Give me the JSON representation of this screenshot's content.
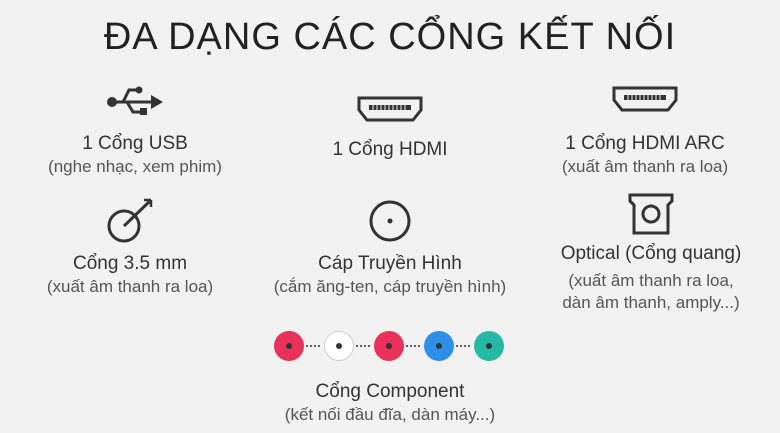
{
  "title": "ĐA DẠNG CÁC CỔNG KẾT NỐI",
  "colors": {
    "icon": "#333333",
    "red": "#e8325a",
    "white": "#ffffff",
    "blue": "#2f8fe8",
    "teal": "#23b9a5"
  },
  "ports": {
    "usb": {
      "icon": "usb-icon",
      "name": "1 Cổng USB",
      "desc": "(nghe nhạc, xem phim)"
    },
    "hdmi": {
      "icon": "hdmi-icon",
      "name": "1 Cổng HDMI"
    },
    "hdmi_arc": {
      "icon": "hdmi-icon",
      "name": "1 Cổng HDMI ARC",
      "desc": "(xuất âm thanh ra loa)"
    },
    "audio": {
      "icon": "audio-jack-icon",
      "name": "Cổng 3.5 mm",
      "desc": "(xuất âm thanh ra loa)"
    },
    "cable_tv": {
      "icon": "coaxial-icon",
      "name": "Cáp Truyền Hình",
      "desc": "(cắm ăng-ten, cáp truyền hình)"
    },
    "optical": {
      "icon": "optical-icon",
      "name": "Optical (Cổng quang)",
      "desc_line1": "(xuất âm thanh ra loa,",
      "desc_line2": "dàn âm thanh, amply...)"
    },
    "component": {
      "icon": "component-icon",
      "name": "Cổng Component",
      "desc": "(kết nối đầu đĩa, dàn máy...)"
    }
  }
}
